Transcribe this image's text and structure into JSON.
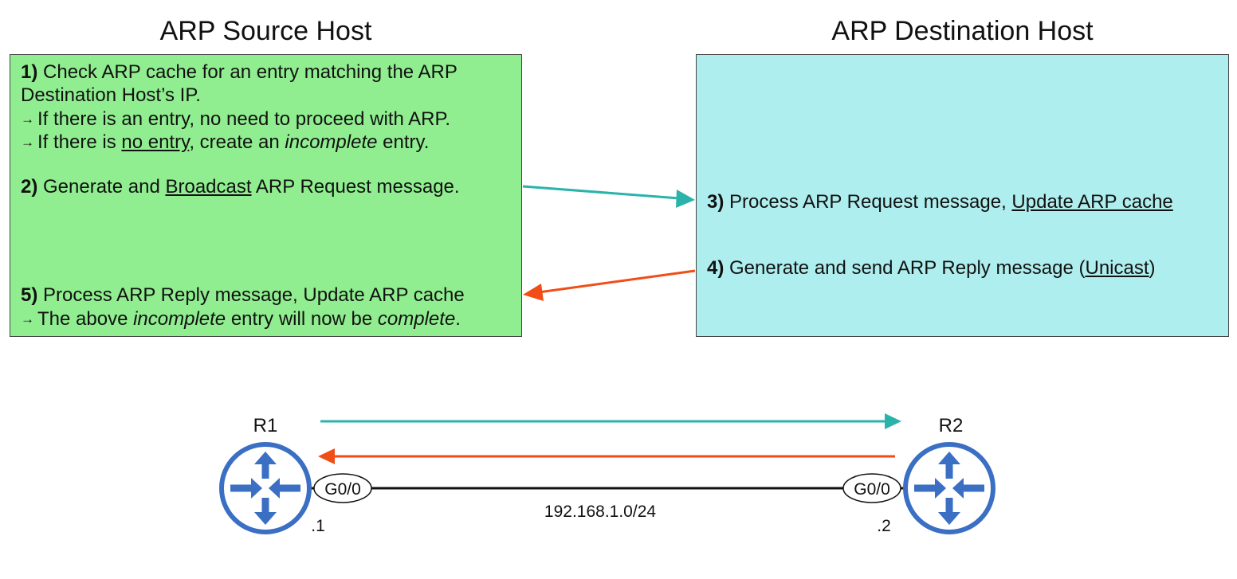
{
  "headings": {
    "source": "ARP Source Host",
    "destination": "ARP Destination Host"
  },
  "source_box": {
    "step1_num": "1)",
    "step1_line1": "Check ARP cache for an entry matching the ARP",
    "step1_line2": "Destination Host’s IP.",
    "arrow_glyph": "→",
    "step1_if_entry": "If there is an entry, no need to proceed with ARP.",
    "step1_no_entry_pre": "If there is ",
    "step1_no_entry_u": "no entry",
    "step1_no_entry_mid": ", create an ",
    "step1_no_entry_i": "incomplete",
    "step1_no_entry_post": " entry.",
    "step2_num": "2)",
    "step2_pre": "Generate and ",
    "step2_u": "Broadcast",
    "step2_post": " ARP Request message.",
    "step5_num": "5)",
    "step5_text": "Process ARP Reply message, Update ARP cache",
    "step5_b_pre": "The above ",
    "step5_b_i1": "incomplete",
    "step5_b_mid": " entry will now be ",
    "step5_b_i2": "complete",
    "step5_b_post": "."
  },
  "dest_box": {
    "step3_num": "3)",
    "step3_pre": "Process ARP Request message, ",
    "step3_u": "Update ARP cache",
    "step4_num": "4)",
    "step4_pre": "Generate and send ARP Reply message (",
    "step4_u": "Unicast",
    "step4_post": ")"
  },
  "network": {
    "r1_label": "R1",
    "r2_label": "R2",
    "r1_interface": "G0/0",
    "r2_interface": "G0/0",
    "subnet": "192.168.1.0/24",
    "r1_host": ".1",
    "r2_host": ".2"
  },
  "colors": {
    "request_arrow": "#2ab3ab",
    "reply_arrow": "#f04e16",
    "router": "#3a6fc4",
    "source_box": "#90ee90",
    "dest_box": "#afeeee"
  }
}
